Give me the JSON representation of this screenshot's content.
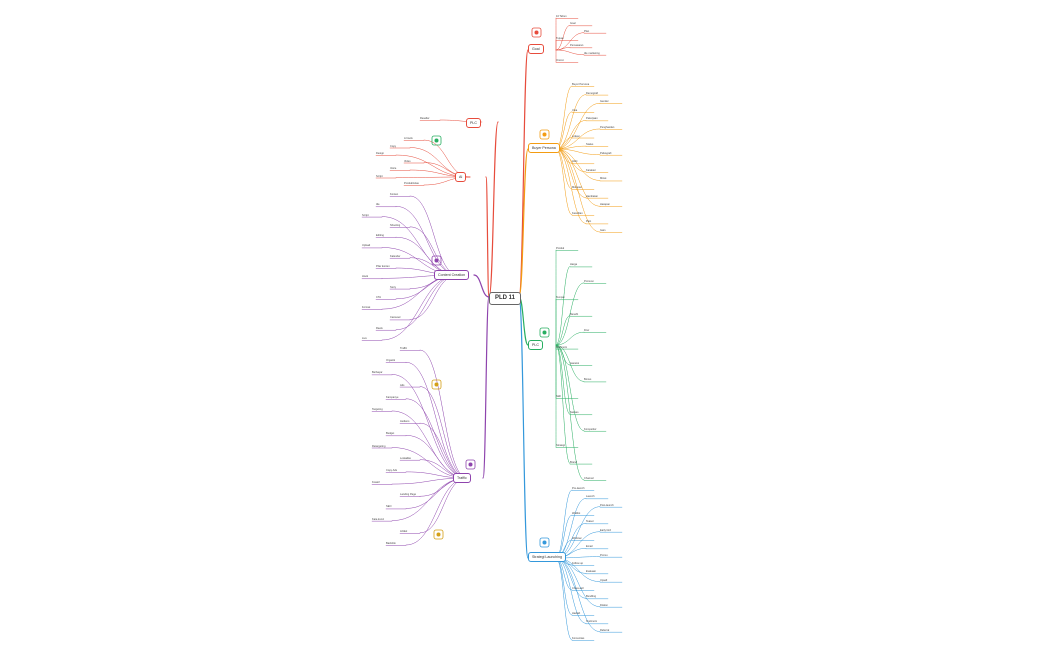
{
  "root": {
    "label": "PLD 11"
  },
  "branches": {
    "goal": {
      "label": "Goal",
      "color": "#e74c3c",
      "items": [
        "10 Tahun",
        "Goal",
        "Plan",
        "Tujuan",
        "Pemasaran",
        "Ide marketing",
        "Omzet"
      ]
    },
    "plc": {
      "label": "PLC",
      "color": "#e74c3c",
      "items": [
        "Reseller"
      ]
    },
    "buyer": {
      "label": "Buyer Persona",
      "color": "#f39c12",
      "items": [
        "Buyer Persona",
        "Demografi",
        "Gender",
        "Usia",
        "Pekerjaan",
        "Penghasilan",
        "Lokasi",
        "Status",
        "Psikografi",
        "Hobi",
        "Karakter",
        "Minat",
        "Motivasi",
        "Hambatan",
        "Harapan",
        "Kesulitan",
        "Pain",
        "Gain"
      ]
    },
    "ai": {
      "label": "AI",
      "color": "#e74c3c",
      "items": [
        "AI tools",
        "Copy",
        "Design",
        "Video",
        "Voice",
        "Script",
        "Produktivitas"
      ]
    },
    "product": {
      "label": "PLC",
      "color": "#27ae60",
      "items": [
        "Produk",
        "Harga",
        "Promosi",
        "Tempat",
        "Benefit",
        "Fitur",
        "Testimoni",
        "Garansi",
        "Bonus",
        "Skill",
        "Sukses",
        "Kompetitor",
        "Strategi",
        "Brand",
        "Channel"
      ]
    },
    "content": {
      "label": "Content Creation",
      "color": "#8e44ad",
      "items": [
        "Konten",
        "Ide",
        "Script",
        "Shooting",
        "Editing",
        "Upload",
        "Kalender",
        "Pilar konten",
        "Hook",
        "Story",
        "CTA",
        "Format",
        "Carousel",
        "Reels",
        "Live"
      ]
    },
    "traffic": {
      "label": "Traffic",
      "color": "#8e44ad",
      "items": [
        "Traffic",
        "Organik",
        "Berbayar",
        "Ads",
        "Kampanye",
        "Targeting",
        "Audiens",
        "Budget",
        "Retargeting",
        "Lookalike",
        "Copy Ads",
        "Kreatif",
        "Landing Page",
        "SEO",
        "Kata kunci",
        "Artikel",
        "Backlink"
      ]
    },
    "launch": {
      "label": "Strategi Launching",
      "color": "#3498db",
      "items": [
        "Pre-launch",
        "Launch",
        "Post-launch",
        "Waitlist",
        "Teaser",
        "Early bird",
        "Webinar",
        "Email",
        "Promo",
        "Follow up",
        "Evaluasi",
        "Upsell",
        "Cross-sell",
        "Bundling",
        "Diskon",
        "Hadiah",
        "Testimoni",
        "Referral",
        "Komunitas"
      ]
    }
  },
  "colors": {
    "goal": "#e74c3c",
    "buyer": "#f39c12",
    "product": "#27ae60",
    "content": "#8e44ad",
    "traffic": "#8e44ad",
    "launch": "#3498db",
    "root": "#666666"
  }
}
